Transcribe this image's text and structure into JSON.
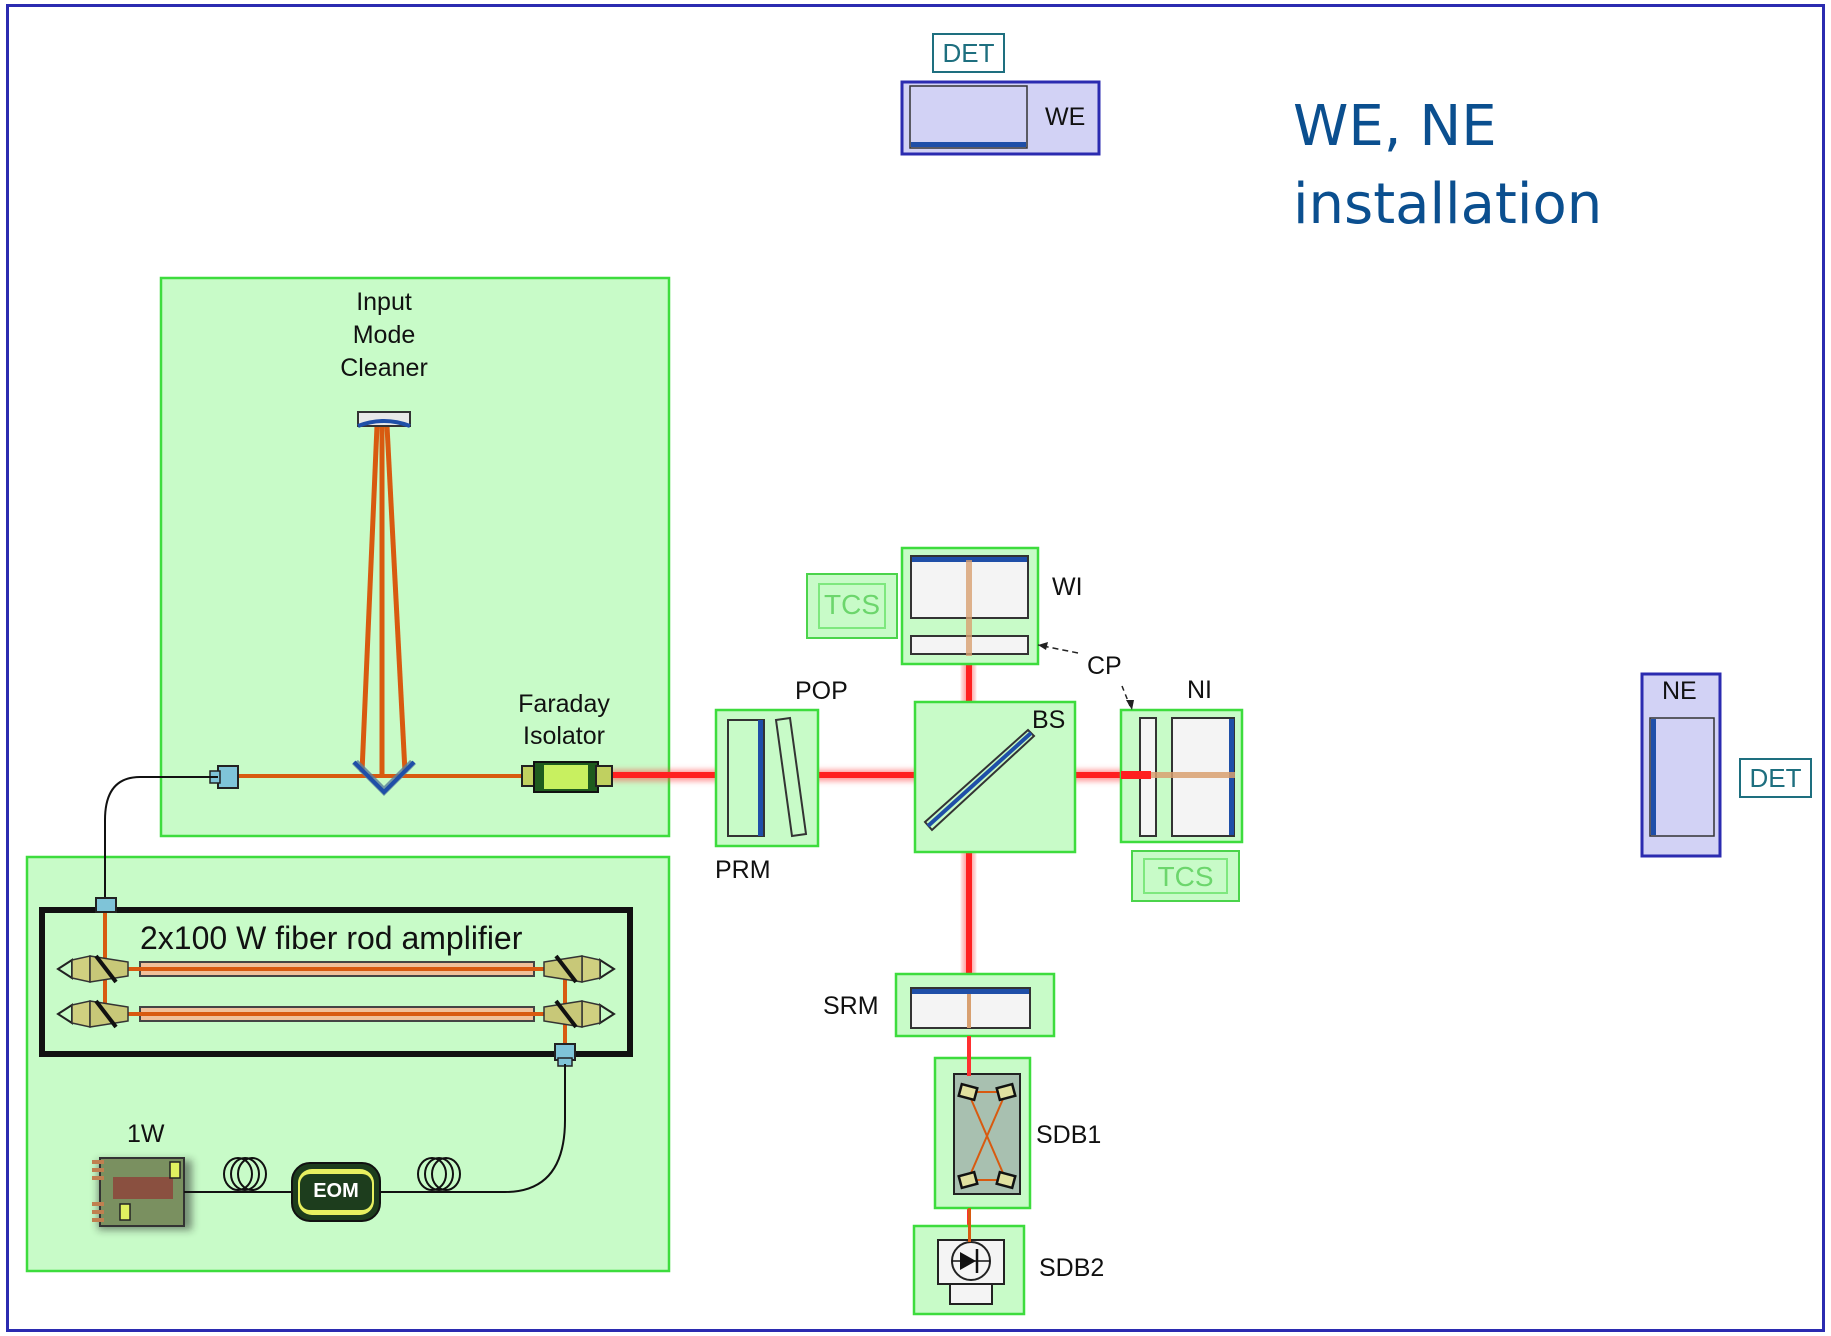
{
  "title": {
    "line1": "WE, NE",
    "line2": "installation"
  },
  "labels": {
    "imc": [
      "Input",
      "Mode",
      "Cleaner"
    ],
    "faraday": [
      "Faraday",
      "Isolator"
    ],
    "amplifier": "2x100 W fiber rod amplifier",
    "oneW": "1W",
    "eom": "EOM",
    "pop": "POP",
    "prm": "PRM",
    "bs": "BS",
    "wi": "WI",
    "cp": "CP",
    "ni": "NI",
    "srm": "SRM",
    "sdb1": "SDB1",
    "sdb2": "SDB2",
    "we": "WE",
    "ne": "NE",
    "det_top": "DET",
    "det_right": "DET",
    "tcs_left": "TCS",
    "tcs_right": "TCS"
  },
  "colors": {
    "frame": "#2b2bb0",
    "bench_fill": "#c8fbc8",
    "bench_border": "#3ddc3d",
    "laser_beam": "#ff2020",
    "amplified_beam": "#d85a10",
    "mirror_blue": "#1f4fa8",
    "end_mirror_fill": "#d2d2f5",
    "title_blue": "#0b4f8f"
  },
  "icons": [
    "photodiode-icon",
    "fiber-coil-icon",
    "mirror-icon",
    "beam-splitter-icon"
  ]
}
